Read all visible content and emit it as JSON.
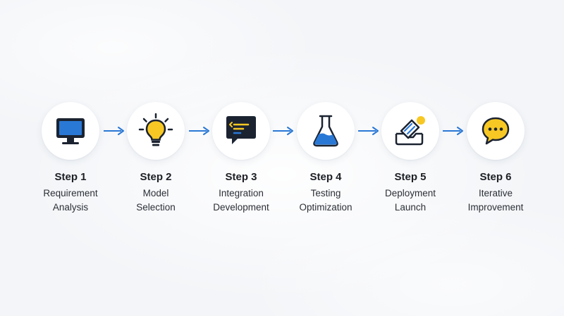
{
  "steps": [
    {
      "title": "Step 1",
      "line1": "Requirement",
      "line2": "Analysis",
      "icon": "monitor-icon"
    },
    {
      "title": "Step 2",
      "line1": "Model",
      "line2": "Selection",
      "icon": "lightbulb-icon"
    },
    {
      "title": "Step 3",
      "line1": "Integration",
      "line2": "Development",
      "icon": "code-chat-icon"
    },
    {
      "title": "Step 4",
      "line1": "Testing",
      "line2": "Optimization",
      "icon": "flask-icon"
    },
    {
      "title": "Step 5",
      "line1": "Deployment",
      "line2": "Launch",
      "icon": "launch-tray-icon"
    },
    {
      "title": "Step 6",
      "line1": "Iterative",
      "line2": "Improvement",
      "icon": "chat-bubble-icon"
    }
  ],
  "colors": {
    "accent_blue": "#2a78d6",
    "accent_yellow": "#f7c823",
    "icon_dark": "#1b2331",
    "arrow": "#2a78d6"
  }
}
